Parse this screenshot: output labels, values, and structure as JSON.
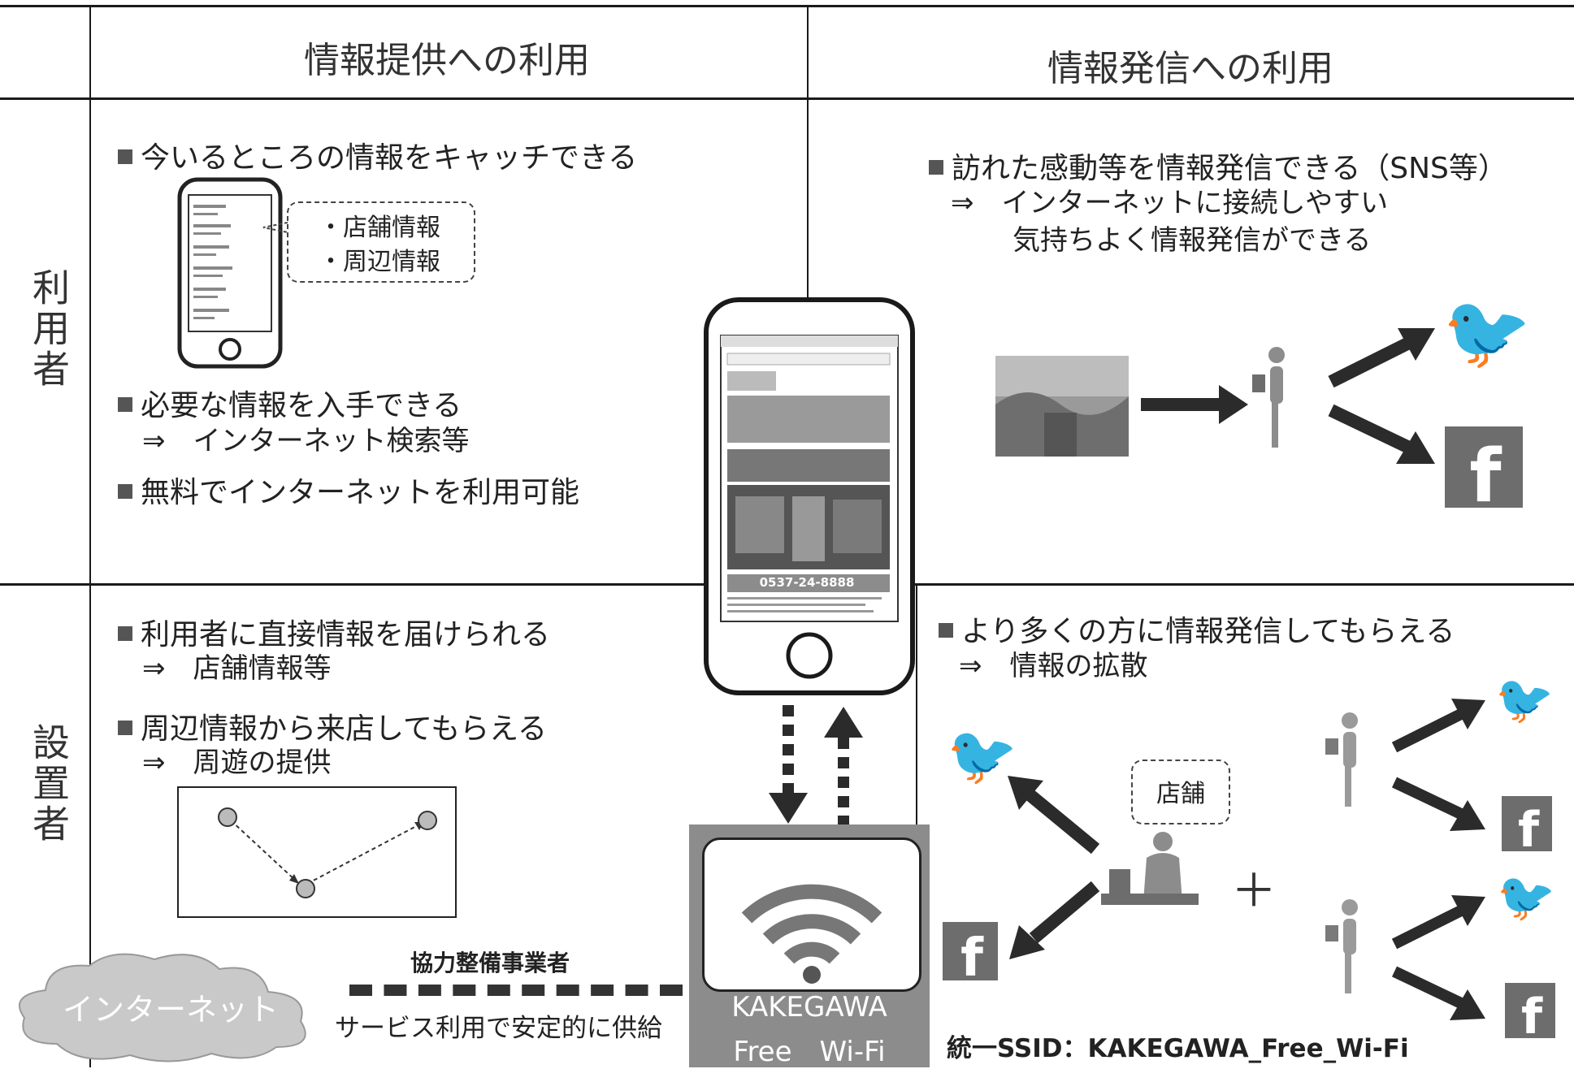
{
  "header": {
    "col_provide": "情報提供への利用",
    "col_send": "情報発信への利用"
  },
  "rows": {
    "user": "利用者",
    "installer": "設置者"
  },
  "user_provide": {
    "item1": "今いるところの情報をキャッチできる",
    "bubble_line1": "・店舗情報",
    "bubble_line2": "・周辺情報",
    "item2": "必要な情報を入手できる",
    "item2_sub": "⇒　インターネット検索等",
    "item3": "無料でインターネットを利用可能"
  },
  "user_send": {
    "item1": "訪れた感動等を情報発信できる（SNS等）",
    "item1_sub1": "⇒　インターネットに接続しやすい",
    "item1_sub2": "気持ちよく情報発信ができる"
  },
  "installer_provide": {
    "item1": "利用者に直接情報を届けられる",
    "item1_sub": "⇒　店舗情報等",
    "item2": "周辺情報から来店してもらえる",
    "item2_sub": "⇒　周遊の提供"
  },
  "installer_send": {
    "item1": "より多くの方に情報発信してもらえる",
    "item1_sub": "⇒　情報の拡散",
    "store_bubble": "店舗",
    "plus": "＋"
  },
  "network": {
    "cloud_label": "インターネット",
    "partner_label": "協力整備事業者",
    "supply_label": "サービス利用で安定的に供給",
    "wifi_label_line1": "KAKEGAWA",
    "wifi_label_line2": "Free　Wi-Fi",
    "ssid": "統一SSID：KAKEGAWA_Free_Wi-Fi"
  },
  "phone_screen": {
    "phone_number": "0537-24-8888"
  },
  "colors": {
    "twitter": "#bdbdbd",
    "facebook": "#6d6d6d",
    "arrow": "#2b2b2b",
    "cloud": "#c9c9c9",
    "wifi_frame": "#8c8c8c"
  }
}
